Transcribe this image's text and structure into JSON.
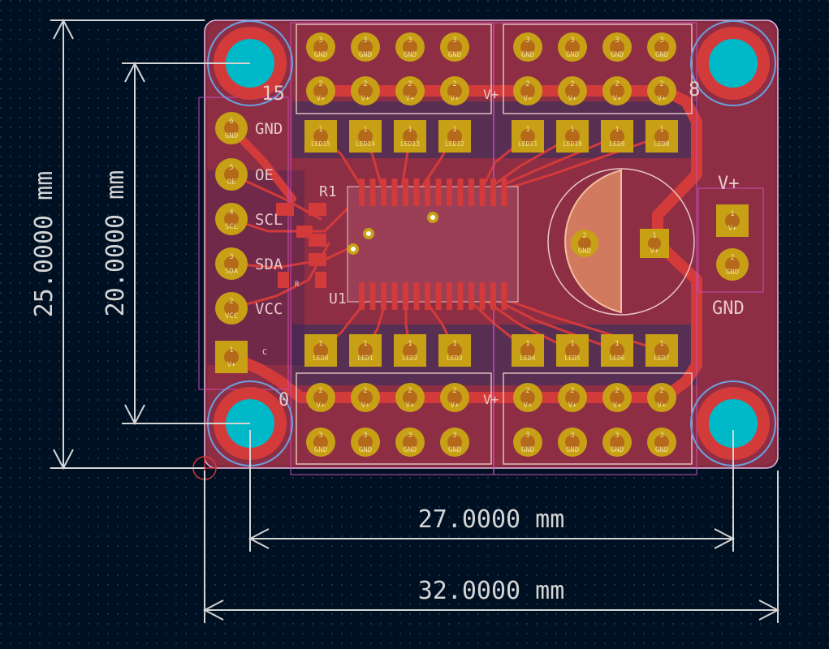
{
  "dimensions": {
    "height_outer": "25.0000 mm",
    "height_inner": "20.0000 mm",
    "width_inner": "27.0000 mm",
    "width_outer": "32.0000 mm"
  },
  "connector": {
    "pins": [
      {
        "num": "6",
        "pad": "GND",
        "label": "GND"
      },
      {
        "num": "5",
        "pad": "OE",
        "label": "OE"
      },
      {
        "num": "4",
        "pad": "SCL",
        "label": "SCL"
      },
      {
        "num": "3",
        "pad": "SDA",
        "label": "SDA"
      },
      {
        "num": "2",
        "pad": "VCC",
        "label": "VCC"
      },
      {
        "num": "1",
        "pad": "V+",
        "label": ""
      }
    ]
  },
  "power": {
    "label_top": "V+",
    "label_bottom": "GND",
    "pins": [
      {
        "num": "1",
        "pad": "V+"
      },
      {
        "num": "2",
        "pad": "GND"
      }
    ]
  },
  "headers": {
    "top_row_gnd": {
      "num": "3",
      "pad": "GND"
    },
    "top_row_vplus": {
      "num": "2",
      "pad": "V+"
    },
    "vplus_bus_label": "V+",
    "top_leds": [
      "LED15",
      "LED14",
      "LED13",
      "LED12",
      "LED11",
      "LED10",
      "LED9",
      "LED8"
    ],
    "bottom_leds": [
      "LED0",
      "LED1",
      "LED2",
      "LED3",
      "LED4",
      "LED5",
      "LED6",
      "LED7"
    ],
    "led_pin_num": "1"
  },
  "capacitor": {
    "pins": [
      {
        "num": "2",
        "pad": "GND"
      },
      {
        "num": "1",
        "pad": "V+"
      }
    ]
  },
  "silk": {
    "r1": "R1",
    "u1": "U1",
    "num15": "15",
    "num8": "8",
    "num0": "0",
    "small_r": "R",
    "small_c": "C"
  },
  "colors": {
    "background": "#001023",
    "board": "#862b3f",
    "copper": "#d33a3a",
    "pad": "#c8a015",
    "drill": "#00b9c8",
    "silk": "#e8c8c8",
    "dimension": "#d4d4d4",
    "outline": "#c84fb4"
  }
}
